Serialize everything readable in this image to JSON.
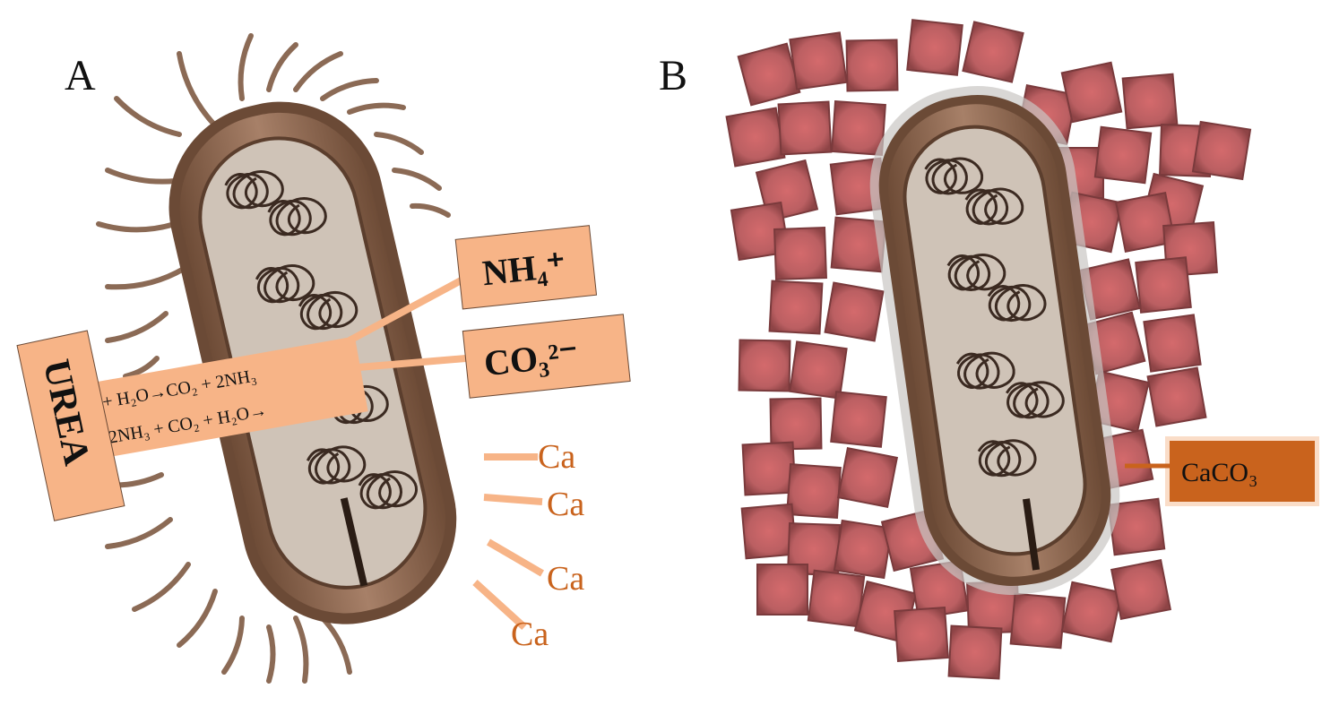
{
  "panels": {
    "a": {
      "letter": "A",
      "urea_label": "UREA",
      "equation_line1": "+ H₂O→CO₂ + 2NH₃",
      "equation_line2": "2NH₃ + CO₂ + H₂O→",
      "ammonium_label": "NH₄⁺",
      "carbonate_label": "CO₃²⁻",
      "calcium_labels": [
        "Ca",
        "Ca",
        "Ca",
        "Ca"
      ]
    },
    "b": {
      "letter": "B",
      "calcite_label": "CaCO₃"
    }
  },
  "colors": {
    "label_box": "#f7b487",
    "calcite_box": "#c9631d",
    "ca_text": "#c9631d",
    "bacterium_body": "#8d6a52",
    "bacterium_wall": "#6b4a36",
    "crystal": "#b45c5e"
  }
}
